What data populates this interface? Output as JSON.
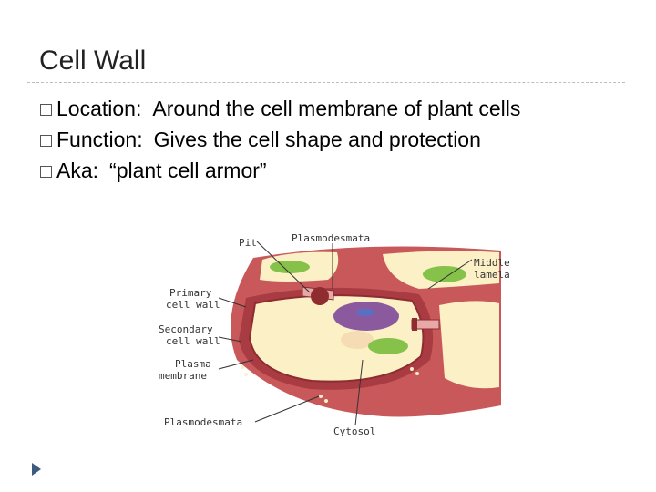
{
  "slide": {
    "title": "Cell Wall",
    "bullets": [
      {
        "icon": "checkbox-bullet-icon",
        "key": "Location:",
        "value": "Around the cell membrane of plant cells"
      },
      {
        "icon": "checkbox-bullet-icon",
        "key": "Function:",
        "value": "Gives the cell shape and protection"
      },
      {
        "icon": "checkbox-bullet-icon",
        "key": "Aka:",
        "value": "“plant cell armor”"
      }
    ]
  },
  "diagram": {
    "labels": {
      "pit": "Pit",
      "plasmodesmata_top": "Plasmodesmata",
      "middle_1": "Middle",
      "middle_2": "lamela",
      "primary_1": "Primary",
      "primary_2": "cell wall",
      "secondary_1": "Secondary",
      "secondary_2": "cell wall",
      "plasma_1": "Plasma",
      "plasma_2": "membrane",
      "plasmodesmata_bottom": "Plasmodesmata",
      "cytosol": "Cytosol"
    },
    "colors": {
      "wall": "#c8585a",
      "wall_dark": "#8e2c30",
      "cytoplasm": "#fbf0c6",
      "vacuole": "#8b5a9e",
      "chloroplast": "#86c24a"
    }
  },
  "footer": {
    "nav_icon": "play-arrow-icon"
  }
}
